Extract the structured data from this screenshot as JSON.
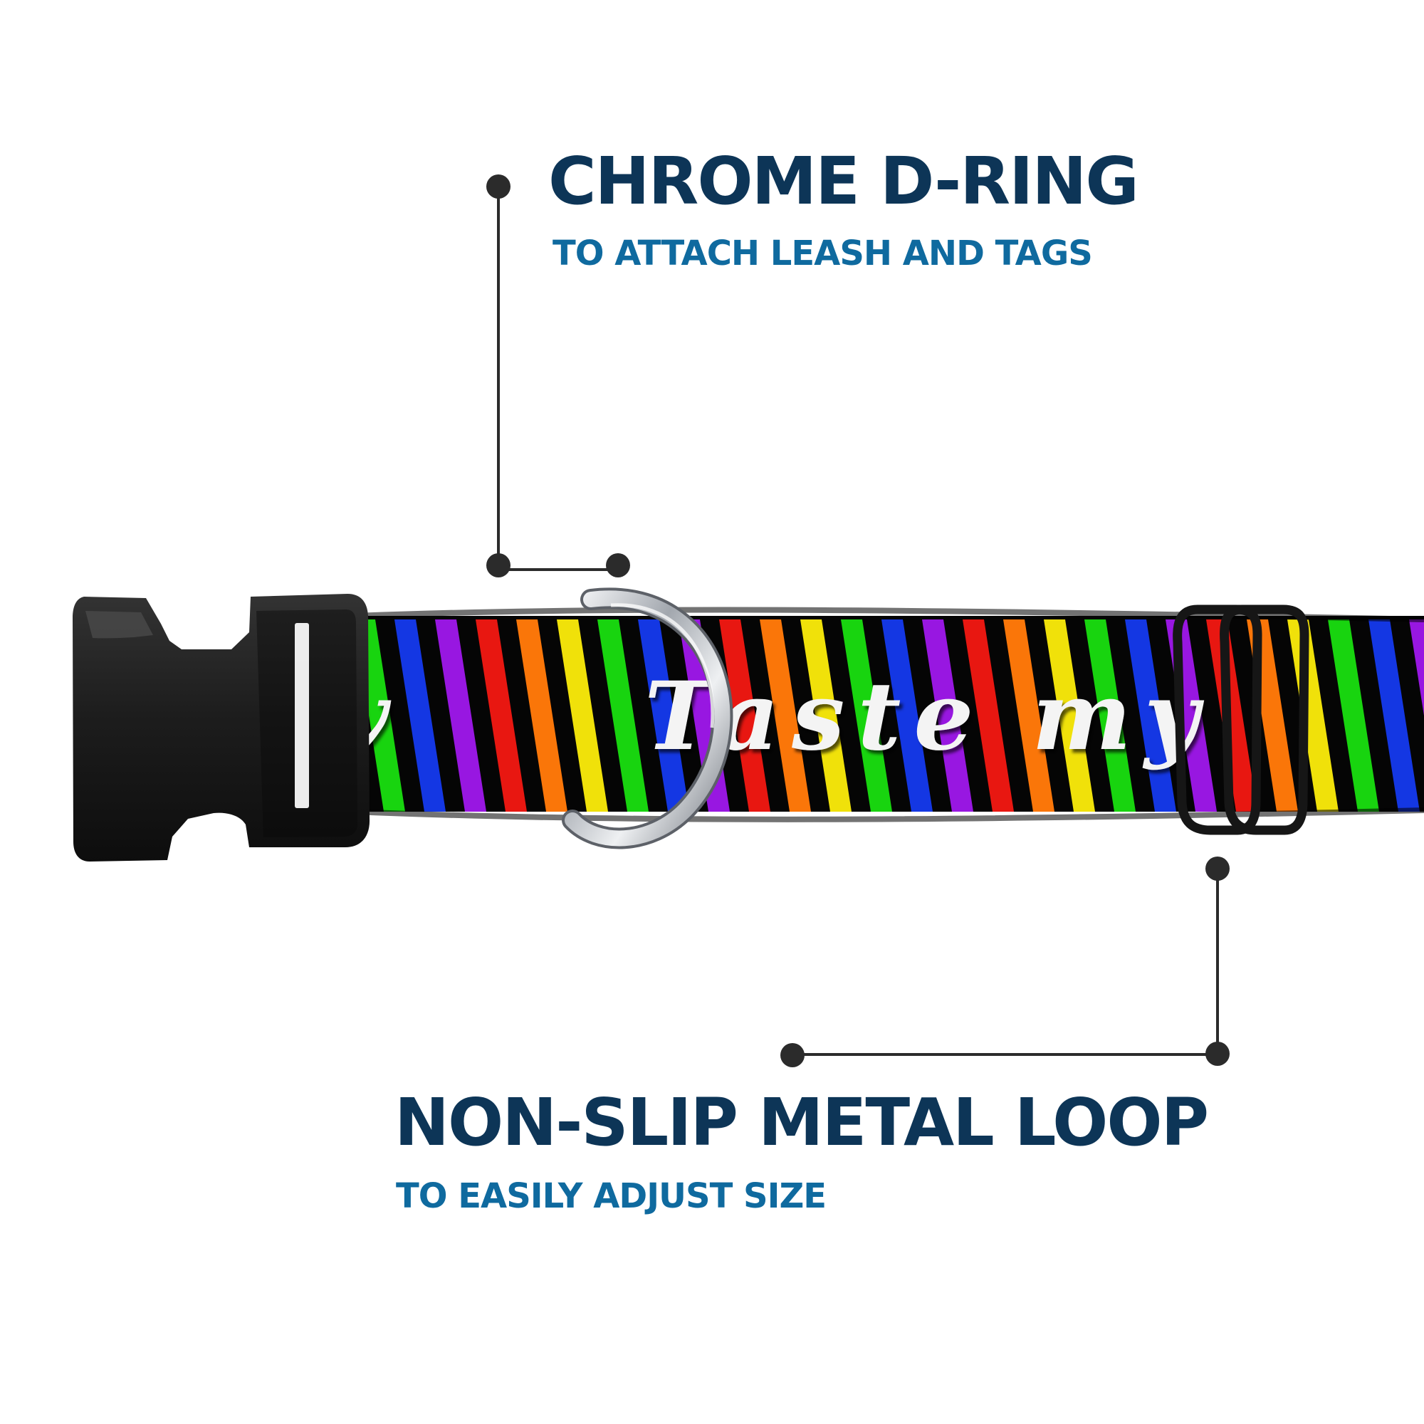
{
  "callouts": {
    "d_ring": {
      "title": "CHROME D-RING",
      "subtitle": "TO ATTACH LEASH AND TAGS"
    },
    "loop": {
      "title": "NON-SLIP METAL LOOP",
      "subtitle": "TO EASILY ADJUST SIZE"
    }
  },
  "collar": {
    "print_text": "Taste my",
    "print_partial_text": "w",
    "stripe_colors": [
      "#f5e60a",
      "#18d80f",
      "#1438e8",
      "#9b17e6",
      "#ed1711",
      "#ff7809"
    ],
    "stripe_background": "#050505"
  },
  "colors": {
    "title": "#0d3557",
    "subtitle": "#0f6a9f",
    "leader": "#2b2b2b",
    "buckle": "#1d1d1d",
    "chrome": "#b8bcc3",
    "print_text": "#f4f4f4"
  },
  "icons": {
    "buckle": "plastic-buckle-icon",
    "d_ring": "d-ring-icon",
    "loop": "metal-loop-icon"
  }
}
